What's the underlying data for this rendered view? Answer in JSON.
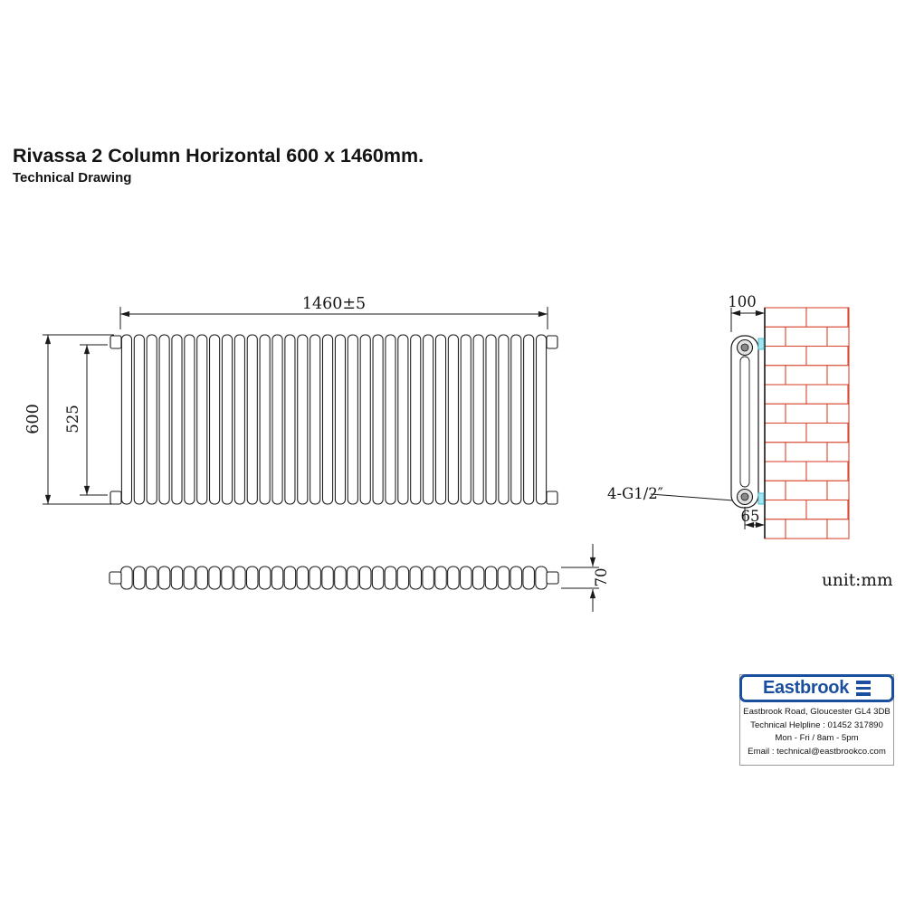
{
  "page": {
    "title": "Rivassa 2 Column Horizontal 600 x 1460mm.",
    "subtitle": "Technical Drawing"
  },
  "drawing": {
    "unit_label": "unit:mm",
    "front_view": {
      "columns": 34,
      "dim_width": "1460±5",
      "dim_height": "600",
      "dim_centres": "525"
    },
    "side_view": {
      "dim_depth": "100",
      "dim_wall_to_centre": "65",
      "connection_label": "4-G1/2″"
    },
    "top_view": {
      "sections": 34,
      "dim_depth": "70"
    },
    "colors": {
      "line": "#1a1a1a",
      "brick": "#d84b35",
      "bracket_fill": "#a8e4ef",
      "bracket_edge": "#49bdd3",
      "brand_blue": "#1a4f9f"
    }
  },
  "brand": {
    "name": "Eastbrook",
    "address": "Eastbrook Road, Gloucester GL4 3DB",
    "helpline": "Technical Helpline : 01452 317890",
    "hours": "Mon - Fri / 8am - 5pm",
    "email": "Email : technical@eastbrookco.com"
  }
}
